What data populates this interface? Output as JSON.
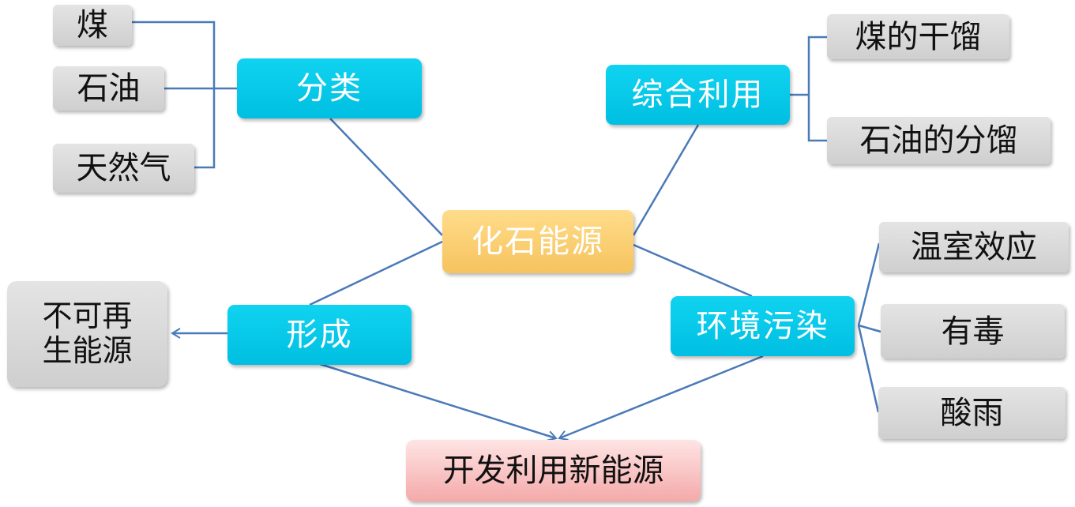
{
  "center": "化石能源",
  "categories": {
    "classification": "分类",
    "utilization": "综合利用",
    "formation": "形成",
    "pollution": "环境污染"
  },
  "classification_items": [
    "煤",
    "石油",
    "天然气"
  ],
  "utilization_items": [
    "煤的干馏",
    "石油的分馏"
  ],
  "formation_result": [
    "不可再",
    "生能源"
  ],
  "pollution_items": [
    "温室效应",
    "有毒",
    "酸雨"
  ],
  "final": "开发利用新能源",
  "colors": {
    "category": "#00c8e8",
    "leaf": "#d9d9d9",
    "center": "#fbcd71",
    "final": "#f7b9b9",
    "line": "#4a7ab8"
  }
}
